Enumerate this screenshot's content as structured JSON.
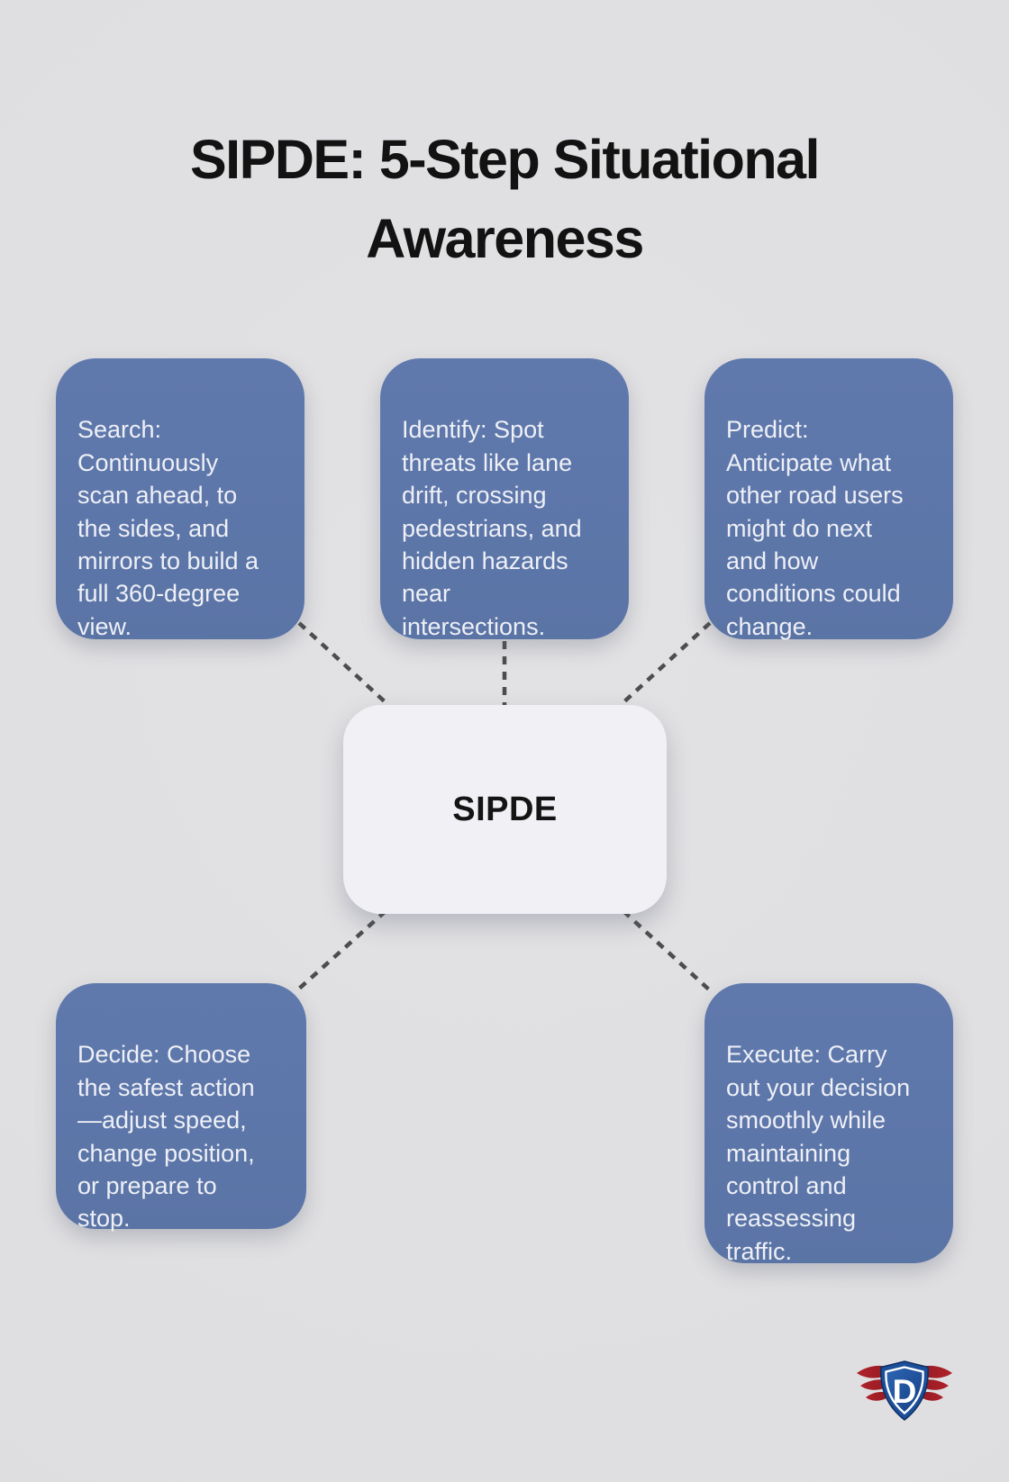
{
  "title": {
    "text": "SIPDE: 5-Step Situational\nAwareness"
  },
  "center_node": {
    "label": "SIPDE"
  },
  "steps": [
    {
      "name": "search",
      "text": "Search:\nContinuously\nscan ahead, to\nthe sides, and\nmirrors to build a\nfull 360-degree\nview."
    },
    {
      "name": "identify",
      "text": "Identify: Spot\nthreats like lane\ndrift, crossing\npedestrians, and\nhidden hazards\nnear\nintersections."
    },
    {
      "name": "predict",
      "text": "Predict:\nAnticipate what\nother road users\nmight do next\nand how\nconditions could\nchange."
    },
    {
      "name": "decide",
      "text": "Decide: Choose\nthe safest action\n—adjust speed,\nchange position,\nor prepare to\nstop."
    },
    {
      "name": "execute",
      "text": "Execute: Carry\nout your decision\nsmoothly while\nmaintaining\ncontrol and\nreassessing\ntraffic."
    }
  ],
  "logo": {
    "letter": "D"
  },
  "colors": {
    "background": "#e0e0e2",
    "step_box_blue": "#5f78ab",
    "step_text": "#eef0f6",
    "center_box": "#f1f1f5",
    "title_text": "#121212",
    "connector_gray": "#4d4d4d",
    "logo_shield_blue": "#1c4f9a",
    "logo_wing_red": "#a82028"
  }
}
